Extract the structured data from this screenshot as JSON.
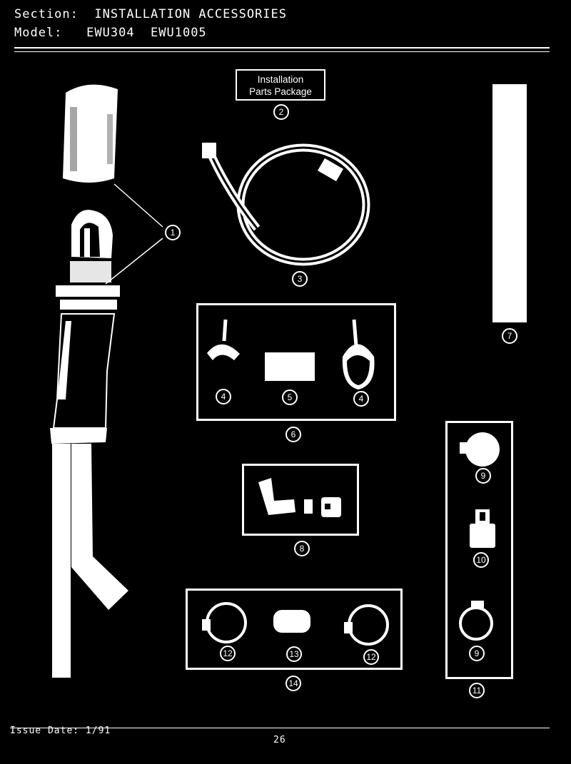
{
  "header": {
    "section_label": "Section:",
    "section_value": "INSTALLATION ACCESSORIES",
    "model_label": "Model:",
    "model_value": "EWU304  EWU1005"
  },
  "package_label": {
    "line1": "Installation",
    "line2": "Parts Package"
  },
  "callouts": {
    "c1": "1",
    "c2": "2",
    "c3": "3",
    "c4a": "4",
    "c4b": "4",
    "c5": "5",
    "c6": "6",
    "c7": "7",
    "c8": "8",
    "c9a": "9",
    "c9b": "9",
    "c10": "10",
    "c11": "11",
    "c12a": "12",
    "c12b": "12",
    "c13": "13",
    "c14": "14"
  },
  "footer": {
    "issue_date": "Issue Date: 1/91",
    "page_number": "26"
  }
}
